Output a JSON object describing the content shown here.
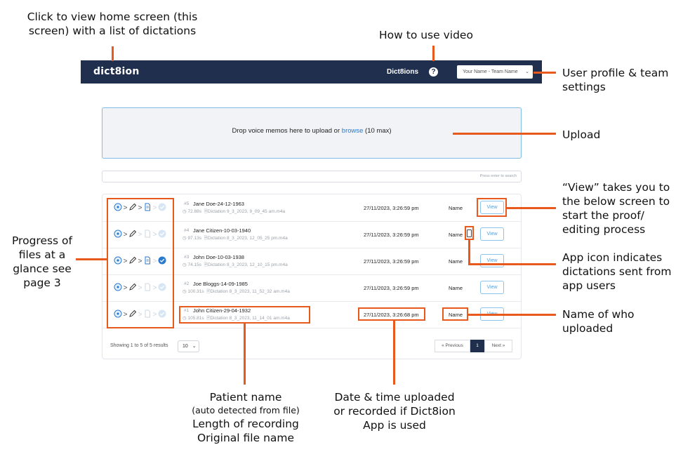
{
  "navbar": {
    "logo": "dict8ion",
    "brand": "Dict8ions",
    "help_icon": "?",
    "team_select": "Your Name - Team Name"
  },
  "upload": {
    "text_before": "Drop voice memos here to upload or ",
    "link": "browse",
    "text_after": " (10 max)"
  },
  "search": {
    "placeholder": "Press enter to search"
  },
  "dictations": [
    {
      "num": "#5",
      "patient": "Jane Doe-24-12-1963",
      "length": "72.88s",
      "file": "Dictation 9_3_2023, 9_09_45 am.m4a",
      "date": "27/11/2023, 3:26:59 pm",
      "name": "Name",
      "view": "View",
      "stage": 3
    },
    {
      "num": "#4",
      "patient": "Jane Citizen-10-03-1940",
      "length": "97.13s",
      "file": "Dictation 8_3_2023, 12_05_25 pm.m4a",
      "date": "27/11/2023, 3:26:59 pm",
      "name": "Name",
      "view": "View",
      "stage": 2
    },
    {
      "num": "#3",
      "patient": "John Doe-10-03-1938",
      "length": "74.15s",
      "file": "Dictation 8_3_2023, 12_10_15 pm.m4a",
      "date": "27/11/2023, 3:26:59 pm",
      "name": "Name",
      "view": "View",
      "stage": 4
    },
    {
      "num": "#2",
      "patient": "Joe Bloggs-14-09-1985",
      "length": "100.31s",
      "file": "Dictation 8_3_2023, 11_52_32 am.m4a",
      "date": "27/11/2023, 3:26:59 pm",
      "name": "Name",
      "view": "View",
      "stage": 2
    },
    {
      "num": "#1",
      "patient": "John Citizen-29-04-1932",
      "length": "105.81s",
      "file": "Dictation 8_3_2023, 11_14_01 am.m4a",
      "date": "27/11/2023, 3:26:68 pm",
      "name": "Name",
      "view": "View",
      "stage": 2
    }
  ],
  "footer": {
    "showing": "Showing 1 to 5 of 5 results",
    "per_page": "10",
    "prev": "« Previous",
    "page": "1",
    "next": "Next »"
  },
  "annotations": {
    "home": "Click to view home screen (this screen) with a list of dictations",
    "video": "How to use video",
    "profile": "User profile & team settings",
    "upload": "Upload",
    "view": "“View”  takes you to the below screen to start the proof/ editing process",
    "appicon": "App icon indicates dictations sent from app users",
    "uploader": "Name of who uploaded",
    "progress": "Progress of files at a glance see page 3",
    "patient_l1": "Patient name",
    "patient_l2": "(auto detected from file)",
    "patient_l3": "Length of recording",
    "patient_l4": "Original file name",
    "date": "Date & time uploaded or recorded if Dict8ion App is used"
  },
  "colors": {
    "navbar": "#1f2f4d",
    "accent": "#2a7ad0",
    "annotation": "#e8591e",
    "check": "#2a7ad0"
  }
}
